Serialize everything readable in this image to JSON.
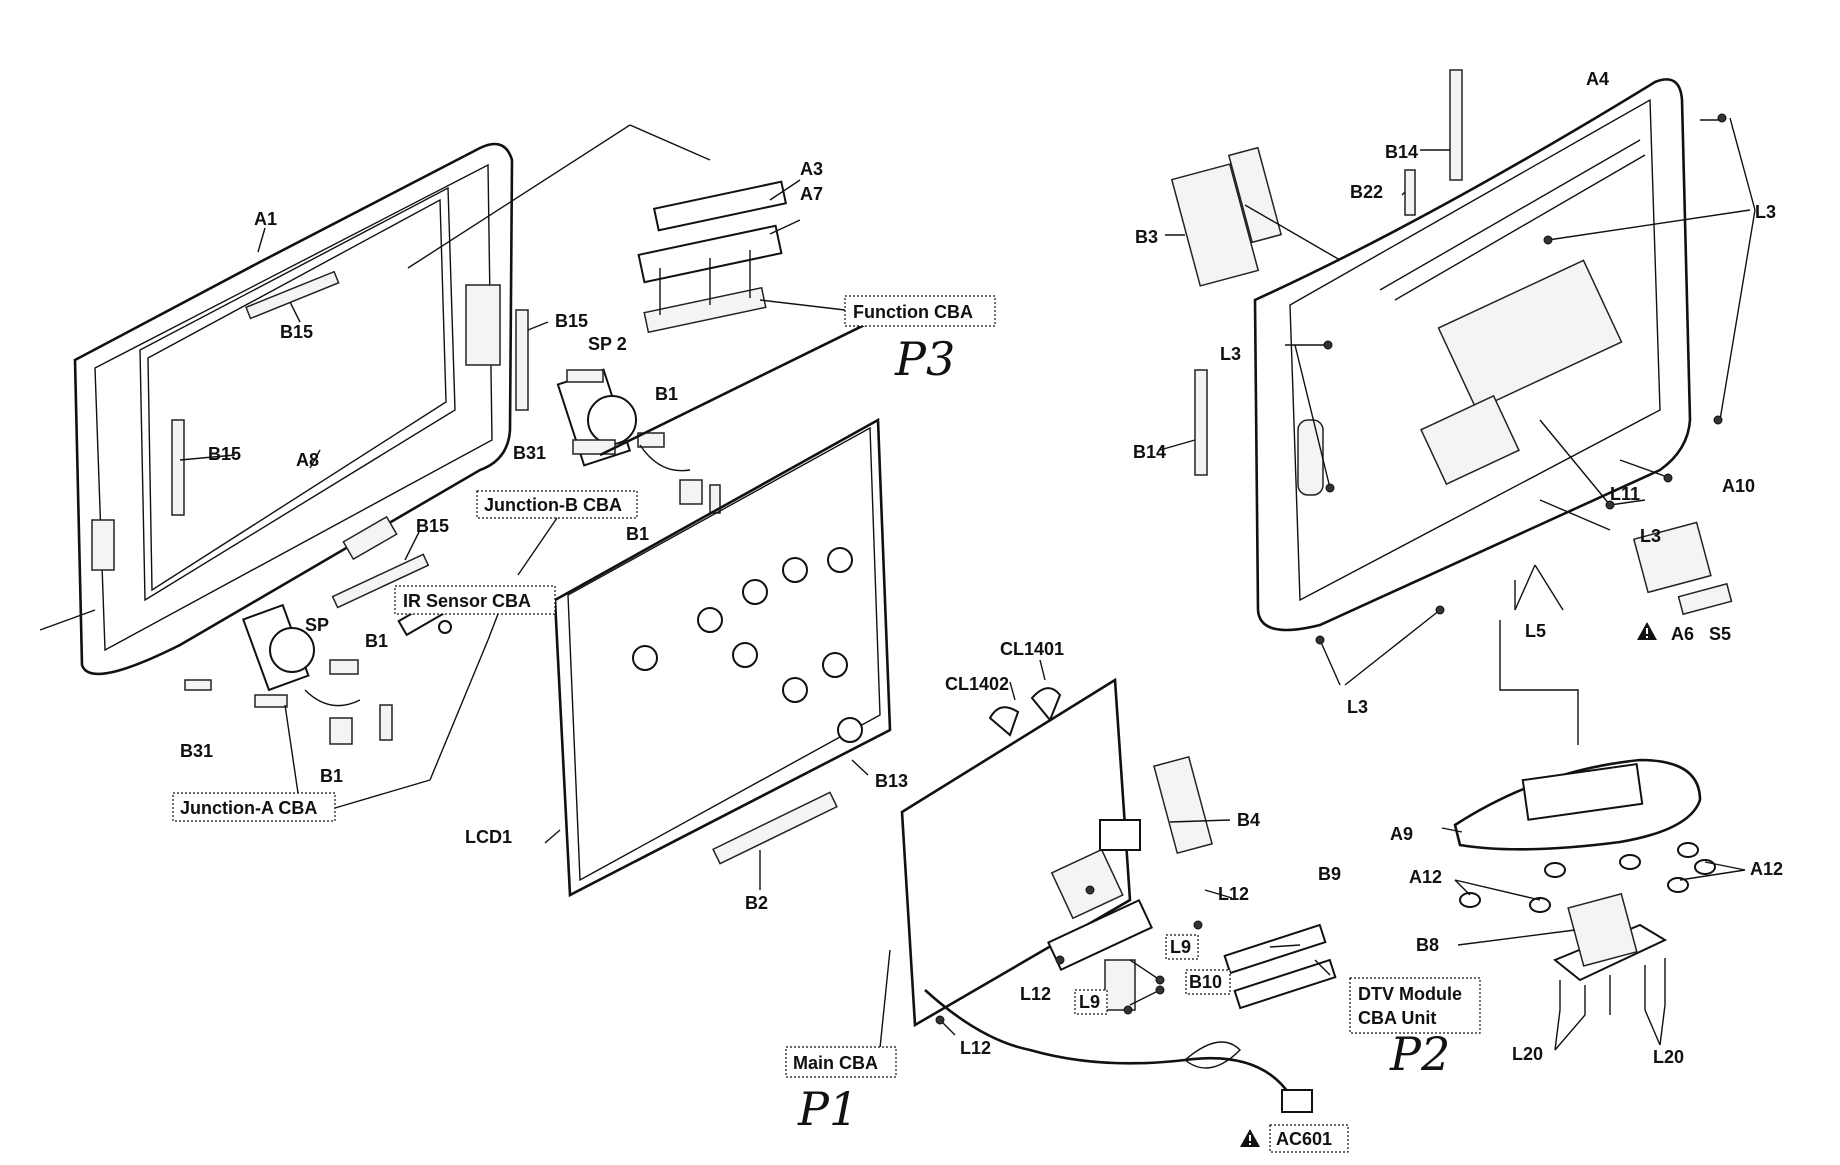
{
  "labels": {
    "A1": "A1",
    "A3": "A3",
    "A4": "A4",
    "A6": "A6",
    "A7": "A7",
    "A8": "A8",
    "A9": "A9",
    "A10": "A10",
    "A12_left": "A12",
    "A12_right": "A12",
    "B1_top": "B1",
    "B1_mid": "B1",
    "B1_left": "B1",
    "B1_low": "B1",
    "B2": "B2",
    "B3": "B3",
    "B4": "B4",
    "B8": "B8",
    "B9": "B9",
    "B10": "B10",
    "B13": "B13",
    "B14_top": "B14",
    "B14_side": "B14",
    "B15_a": "B15",
    "B15_b": "B15",
    "B15_c": "B15",
    "B15_d": "B15",
    "B22": "B22",
    "B31_a": "B31",
    "B31_b": "B31",
    "CL1401": "CL1401",
    "CL1402": "CL1402",
    "L3_a": "L3",
    "L3_b": "L3",
    "L3_c": "L3",
    "L3_d": "L3",
    "L5": "L5",
    "L9_a": "L9",
    "L9_b": "L9",
    "L11": "L11",
    "L12_a": "L12",
    "L12_b": "L12",
    "L12_c": "L12",
    "L20_a": "L20",
    "L20_b": "L20",
    "LCD1": "LCD1",
    "S5": "S5",
    "SP": "SP",
    "SP2": "SP 2"
  },
  "boxed_labels": {
    "function_cba": "Function CBA",
    "junction_b_cba": "Junction-B CBA",
    "ir_sensor_cba": "IR Sensor CBA",
    "junction_a_cba": "Junction-A CBA",
    "main_cba": "Main CBA",
    "dtv_module_line1": "DTV Module",
    "dtv_module_line2": "CBA Unit",
    "ac601": "AC601"
  },
  "handwritten": {
    "p1": "P1",
    "p2": "P2",
    "p3": "P3"
  },
  "colors": {
    "ink": "#111111",
    "paper": "#ffffff"
  },
  "icons": {
    "warning": "warning-triangle-icon"
  }
}
